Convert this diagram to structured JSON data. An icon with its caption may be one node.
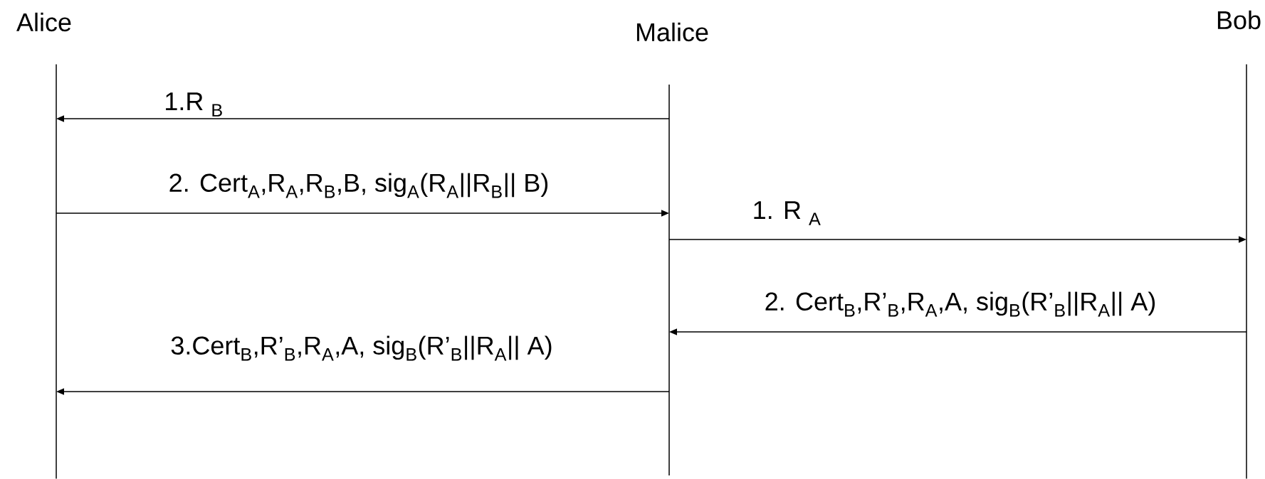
{
  "diagram": {
    "nodes": [
      {
        "text": [
          "Alice"
        ]
      },
      {
        "text": [
          "Malice"
        ]
      },
      {
        "text": [
          "Bob"
        ]
      }
    ],
    "edges": [
      {
        "from": 1,
        "to": 0,
        "arrow": "to",
        "label": "1.R $_{B}$"
      },
      {
        "from": 0,
        "to": 1,
        "arrow": "to",
        "label": "2. Cert$_{A}$,R$_{A}$,R$_{B}$,B, sig$_{A}$(R$_{A}$||R$_{B}$|| B)"
      },
      {
        "from": 1,
        "to": 2,
        "arrow": "to",
        "label": "1. R $_{A}$"
      },
      {
        "from": 2,
        "to": 1,
        "arrow": "to",
        "label": "2. Cert$_{B}$,R’$_{B}$,R$_{A}$,A, sig$_{B}$(R’$_{B}$||R$_{A}$|| A)"
      },
      {
        "from": 1,
        "to": 0,
        "arrow": "to",
        "label": "3.Cert$_{B}$,R’$_{B}$,R$_{A}$,A, sig$_{B}$(R’$_{B}$||R$_{A}$|| A)"
      }
    ]
  }
}
